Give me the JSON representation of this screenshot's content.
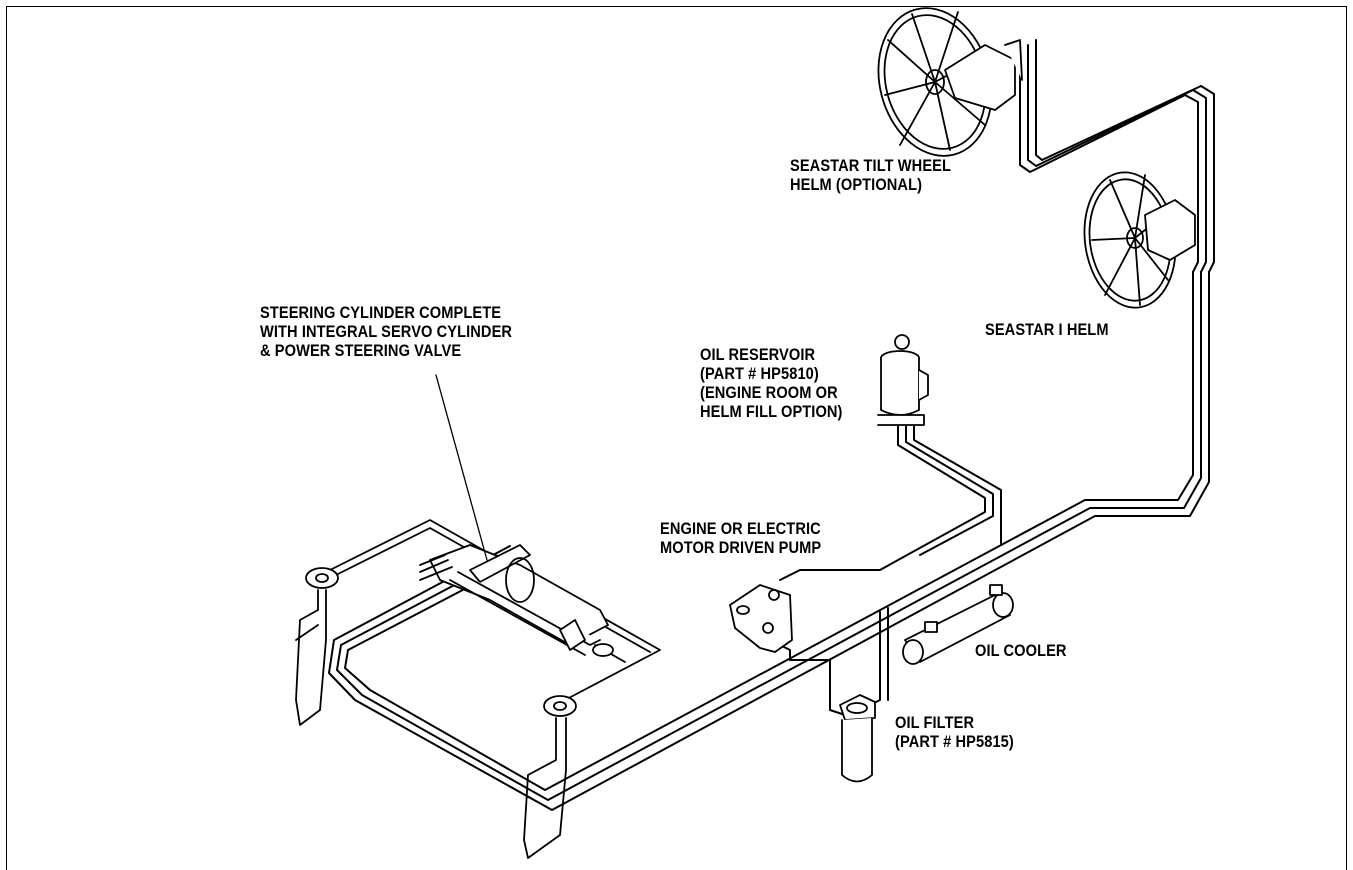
{
  "labels": {
    "tilt_helm": "SEASTAR TILT WHEEL\nHELM (OPTIONAL)",
    "seastar_helm": "SEASTAR I HELM",
    "steering_cylinder": "STEERING CYLINDER COMPLETE\nWITH INTEGRAL SERVO CYLINDER\n& POWER STEERING VALVE",
    "oil_reservoir": "OIL RESERVOIR\n(PART # HP5810)\n(ENGINE ROOM OR\nHELM FILL OPTION)",
    "pump": "ENGINE OR ELECTRIC\nMOTOR DRIVEN PUMP",
    "oil_cooler": "OIL COOLER",
    "oil_filter": "OIL FILTER\n(PART # HP5815)"
  }
}
